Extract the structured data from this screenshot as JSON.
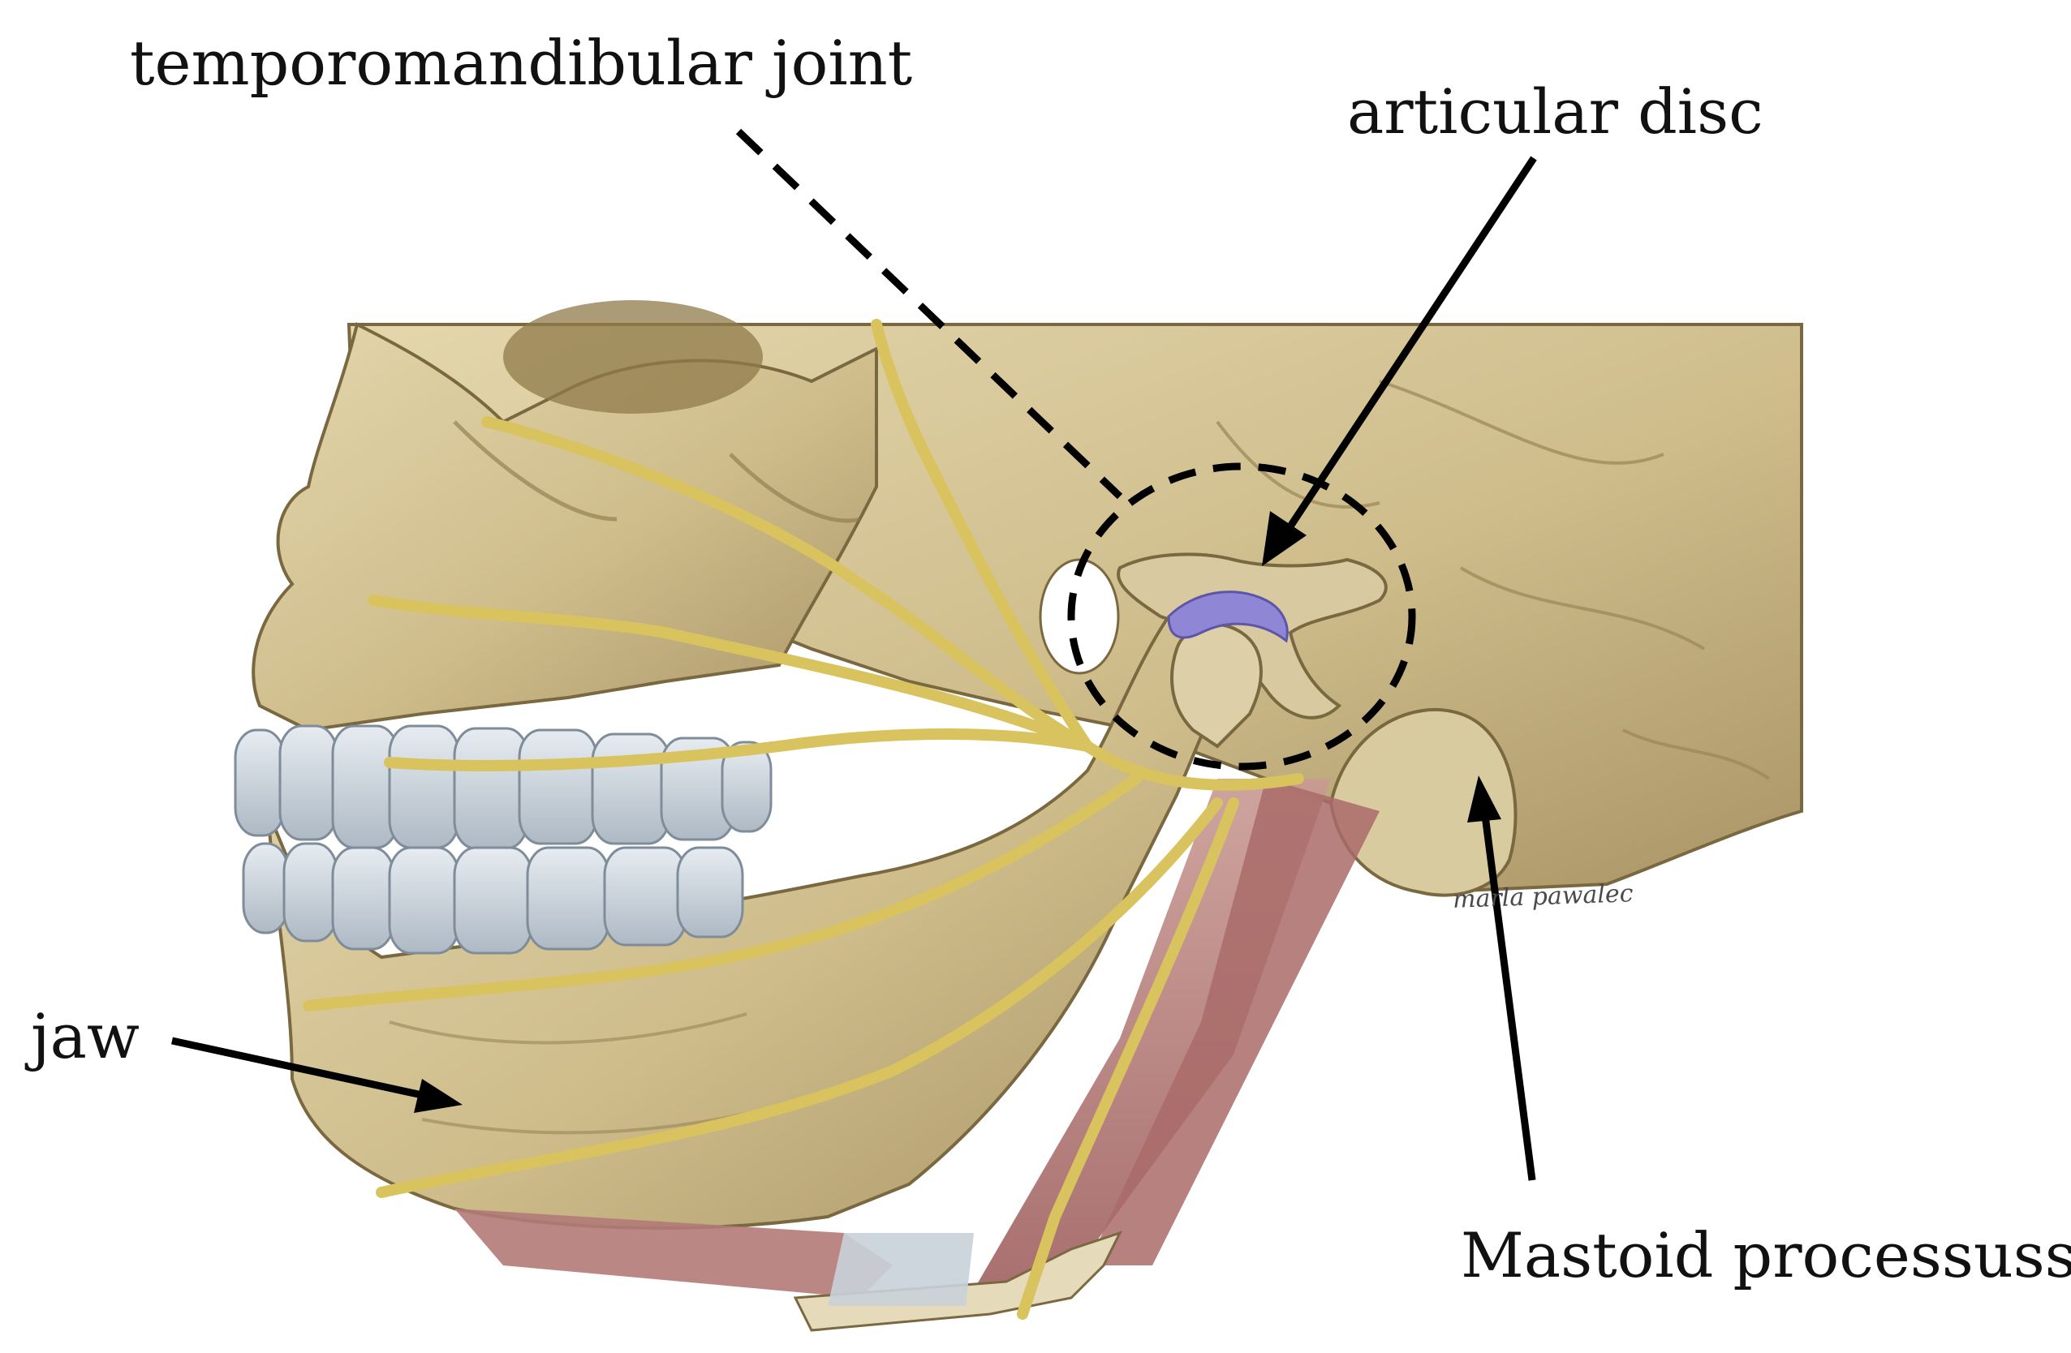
{
  "labels": {
    "temporomandibular_joint": "temporomandibular joint",
    "articular_disc": "articular disc",
    "jaw": "jaw",
    "mastoid_process": "Mastoid processuss"
  },
  "signature": "marla pawalec",
  "colors": {
    "bone": "#d6c69a",
    "bone_shadow": "#8e7a4c",
    "nerve": "#d9c35e",
    "muscle": "#b57a78",
    "teeth": "#c9d3dc",
    "disc": "#8f86d6",
    "arrow": "#000000"
  }
}
